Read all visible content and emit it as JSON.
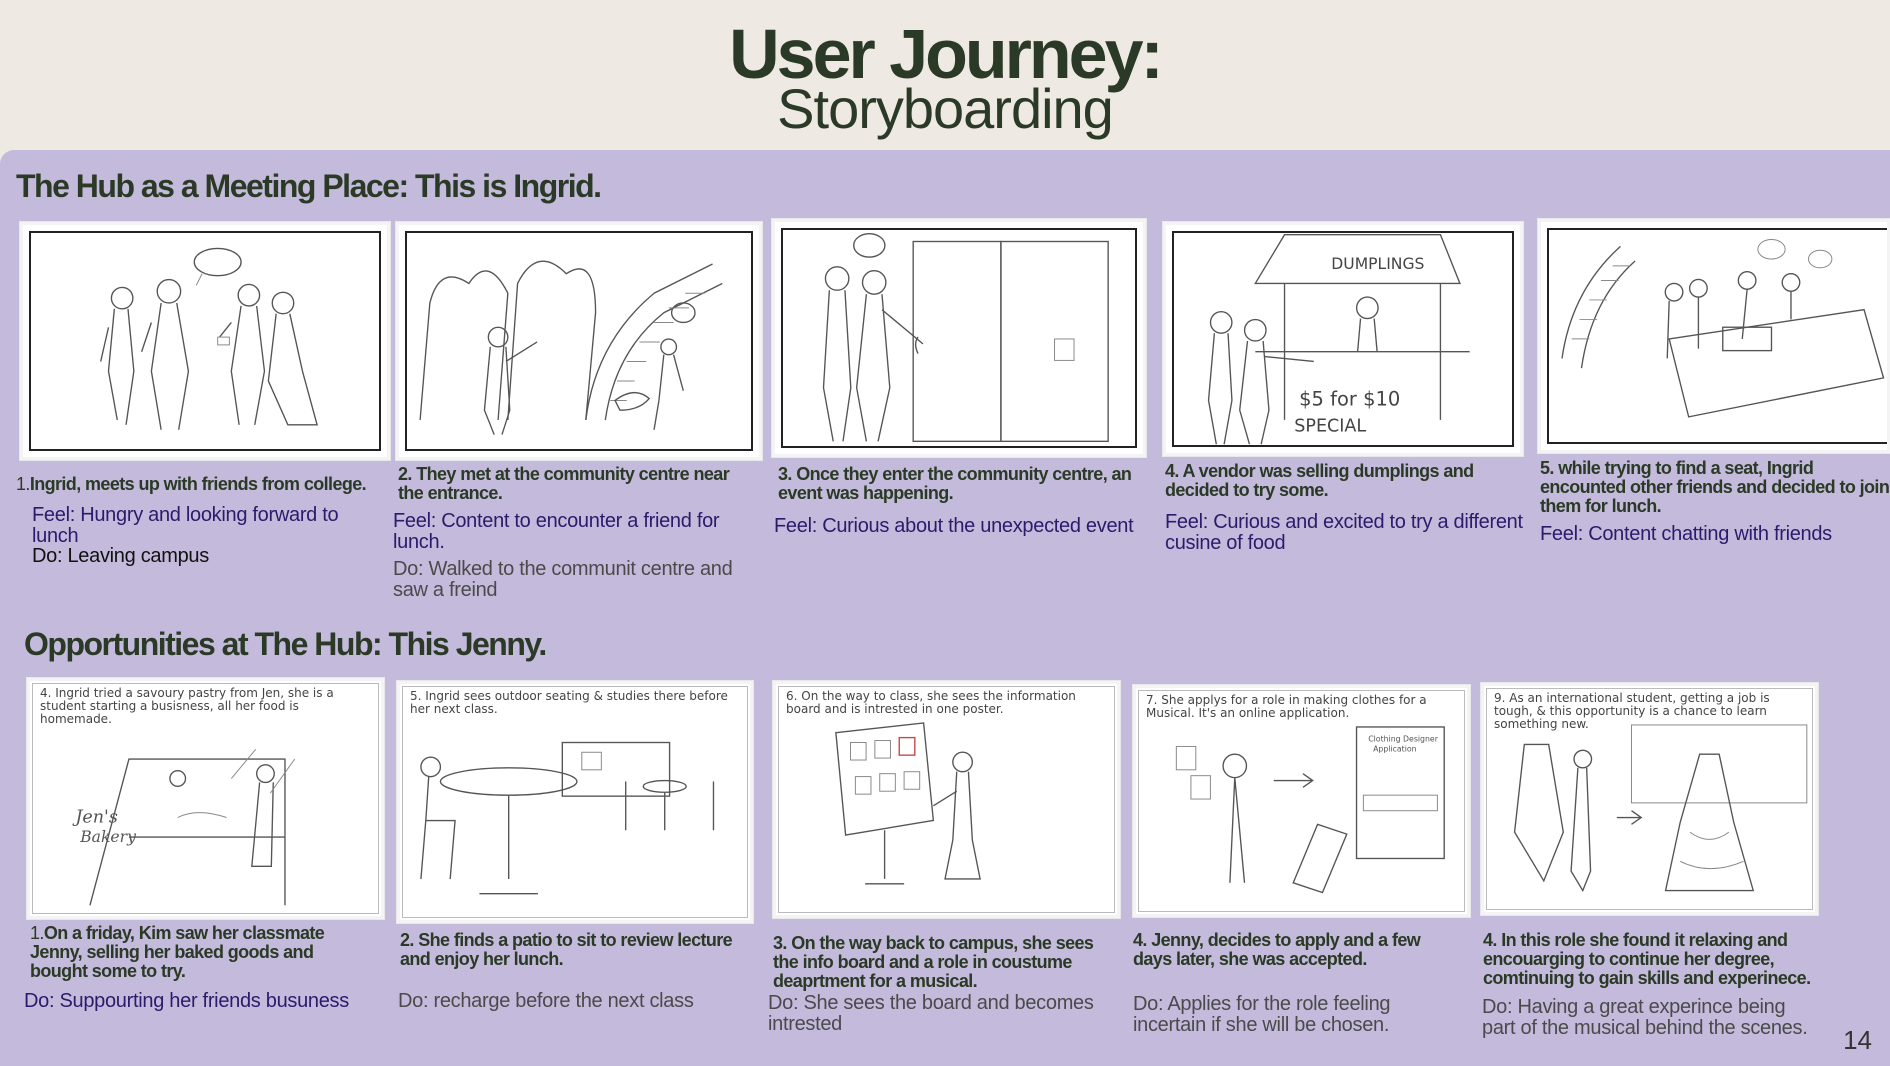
{
  "header": {
    "title": "User Journey:",
    "subtitle": "Storyboarding"
  },
  "section1": {
    "title": "The Hub as a Meeting Place: This is Ingrid.",
    "panels": [
      {
        "caption_num": "1.",
        "caption": "Ingrid, meets up with friends from college.",
        "feel": "Feel: Hungry and looking forward to lunch",
        "do": "Do: Leaving campus"
      },
      {
        "caption": "2. They met at the community centre near the entrance.",
        "feel": "Feel: Content to encounter a friend for lunch.",
        "do": "Do: Walked to the communit centre and saw a freind"
      },
      {
        "caption": "3. Once they enter the community centre, an event was happening.",
        "feel": "Feel: Curious about the unexpected event"
      },
      {
        "caption": "4. A vendor was selling dumplings and decided to try some.",
        "feel": "Feel: Curious and excited to try a different cusine of food",
        "sketch_sign": "DUMPLINGS",
        "sketch_price": "$5 for $10",
        "sketch_special": "SPECIAL"
      },
      {
        "caption": "5. while trying to find a seat, Ingrid encounted other friends and decided to join them for lunch.",
        "feel": "Feel: Content chatting with friends"
      }
    ]
  },
  "section2": {
    "title": "Opportunities at The Hub: This Jenny.",
    "panels": [
      {
        "hand": "4. Ingrid tried a savoury pastry from Jen, she is a student starting a busisness, all her food is homemade.",
        "caption_num": "1.",
        "caption": "On a friday, Kim saw her classmate Jenny, selling her baked goods and bought some to try.",
        "do": "Do: Suppourting her friends busuness"
      },
      {
        "hand": "5. Ingrid sees outdoor seating & studies there before her next class.",
        "caption": "2. She finds a patio to sit to review lecture and enjoy her lunch.",
        "do": "Do:  recharge before the next class"
      },
      {
        "hand": "6. On the way to class, she sees the information board and is intrested in one poster.",
        "caption": "3. On the way back to campus, she sees the info board and a role in coustume deaprtment for a musical.",
        "do": "Do:  She sees the board and becomes intrested"
      },
      {
        "hand": "7. She applys for a role in making clothes for a Musical. It's an online application.",
        "caption": "4. Jenny, decides to apply and a few days later, she was accepted.",
        "do": "Do:  Applies for the role feeling incertain if she will be chosen."
      },
      {
        "hand": "9. As an international student, getting a job is tough, & this opportunity is a chance to learn something new.",
        "caption": "4. In this role she found it relaxing and encouarging to continue her degree, comtinuing to gain skills and experinece.",
        "do": "Do:  Having a great experince being part of the musical behind the scenes."
      }
    ]
  },
  "page_number": "14"
}
